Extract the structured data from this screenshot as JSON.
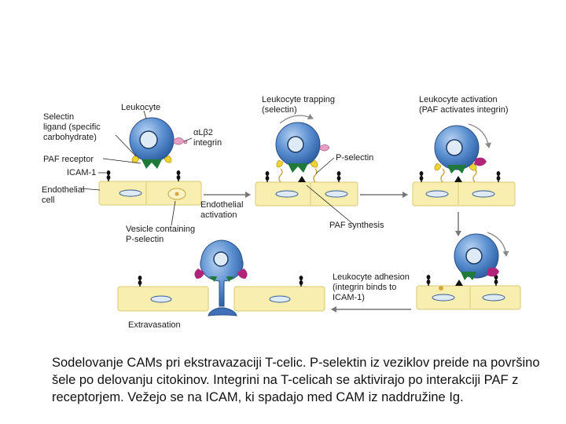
{
  "labels": {
    "leukocyte": "Leukocyte",
    "selectin_ligand": [
      "Selectin",
      "ligand (specific",
      "carbohydrate)"
    ],
    "alpha_beta": "αLβ2",
    "integrin": "integrin",
    "paf_receptor": "PAF receptor",
    "icam1": "ICAM-1",
    "endothelial_cell": [
      "Endothelial",
      "cell"
    ],
    "vesicle": [
      "Vesicle containing",
      "P-selectin"
    ],
    "endothelial_activation": [
      "Endothelial",
      "activation"
    ],
    "trapping": [
      "Leukocyte trapping",
      "(selectin)"
    ],
    "p_selectin": "P-selectin",
    "paf_synthesis": "PAF synthesis",
    "activation": [
      "Leukocyte activation",
      "(PAF activates integrin)"
    ],
    "adhesion": [
      "Leukocyte adhesion",
      "(integrin binds to",
      "ICAM-1)"
    ],
    "extravasation": "Extravasation"
  },
  "caption": "Sodelovanje CAMs pri ekstravazaciji T-celic. P-selektin iz veziklov preide na površino šele po delovanju citokinov. Integrini na T-celicah se aktivirajo po interakciji PAF z receptorjem. Vežejo se na ICAM, ki spadajo med CAM iz naddružine Ig.",
  "colors": {
    "cell_blue": "#5a8fd0",
    "nucleus": "#dfeaf7",
    "endothelium": "#f7eeb0",
    "paf_receptor": "#1f7a3a",
    "integrin": "#b0257a",
    "ligand": "#e7a0c3",
    "arrow": "#777777"
  }
}
